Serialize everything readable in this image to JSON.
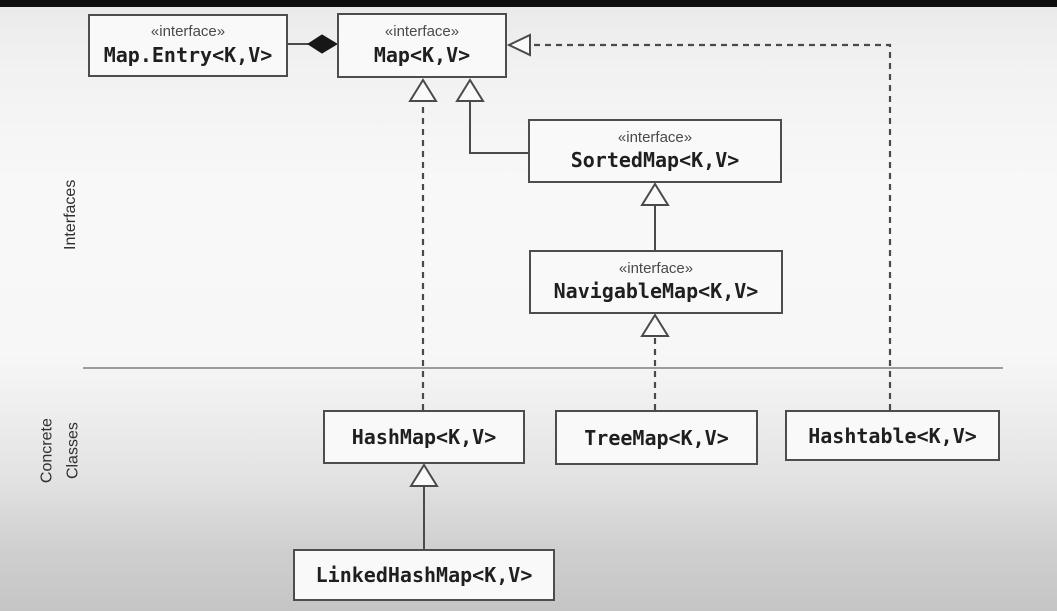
{
  "diagram": {
    "title_hint": "Java Map interface hierarchy (UML class diagram)",
    "section_labels": {
      "interfaces": "Interfaces",
      "concrete_line1": "Concrete",
      "concrete_line2": "Classes"
    },
    "nodes": {
      "map_entry": {
        "stereotype": "«interface»",
        "name": "Map.Entry<K,V>"
      },
      "map": {
        "stereotype": "«interface»",
        "name": "Map<K,V>"
      },
      "sorted_map": {
        "stereotype": "«interface»",
        "name": "SortedMap<K,V>"
      },
      "navigable_map": {
        "stereotype": "«interface»",
        "name": "NavigableMap<K,V>"
      },
      "hash_map": {
        "name": "HashMap<K,V>"
      },
      "tree_map": {
        "name": "TreeMap<K,V>"
      },
      "hashtable": {
        "name": "Hashtable<K,V>"
      },
      "linked_hash_map": {
        "name": "LinkedHashMap<K,V>"
      }
    },
    "relationships": [
      {
        "from": "Map<K,V>",
        "to": "Map.Entry<K,V>",
        "type": "composition (filled diamond)"
      },
      {
        "from": "SortedMap<K,V>",
        "to": "Map<K,V>",
        "type": "generalization (solid, hollow triangle)"
      },
      {
        "from": "NavigableMap<K,V>",
        "to": "SortedMap<K,V>",
        "type": "generalization (solid, hollow triangle)"
      },
      {
        "from": "HashMap<K,V>",
        "to": "Map<K,V>",
        "type": "realization (dashed, hollow triangle)"
      },
      {
        "from": "TreeMap<K,V>",
        "to": "NavigableMap<K,V>",
        "type": "realization (dashed, hollow triangle)"
      },
      {
        "from": "Hashtable<K,V>",
        "to": "Map<K,V>",
        "type": "realization (dashed, hollow triangle)"
      },
      {
        "from": "LinkedHashMap<K,V>",
        "to": "HashMap<K,V>",
        "type": "generalization (solid, hollow triangle)"
      }
    ],
    "colors": {
      "line": "#4a4a4a",
      "box_border": "#4d4d4d",
      "box_fill": "#f9f9f9",
      "diamond_fill": "#171717",
      "top_bar": "#0e0e0e"
    }
  }
}
